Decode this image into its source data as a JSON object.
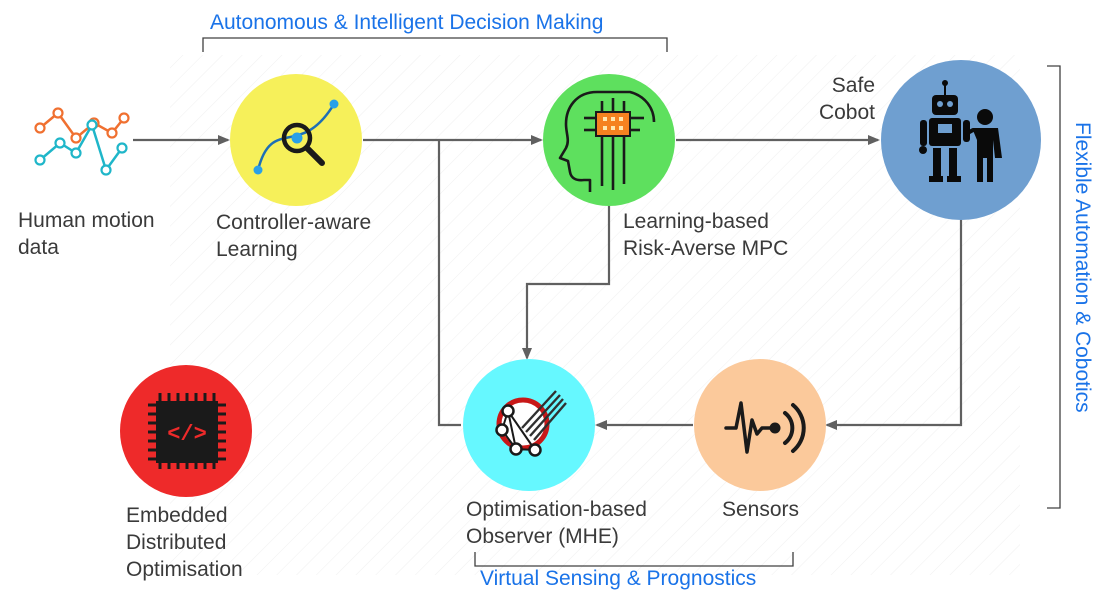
{
  "brackets": {
    "top_label": "Autonomous & Intelligent Decision Making",
    "bottom_label": "Virtual Sensing & Prognostics",
    "right_label": "Flexible Automation & Cobotics"
  },
  "nodes": {
    "human_motion": {
      "line1": "Human motion",
      "line2": "data"
    },
    "controller": {
      "line1": "Controller-aware",
      "line2": "Learning",
      "color": "#f6f05a"
    },
    "mpc": {
      "line1": "Learning-based",
      "line2": "Risk-Averse MPC",
      "color": "#5ee05e"
    },
    "cobot": {
      "line1": "Safe",
      "line2": "Cobot",
      "color": "#6f9fd0"
    },
    "observer": {
      "line1": "Optimisation-based",
      "line2": "Observer (MHE)",
      "color": "#66f8ff"
    },
    "sensors": {
      "line1": "Sensors",
      "color": "#fbc99b"
    },
    "embedded": {
      "line1": "Embedded",
      "line2": "Distributed",
      "line3": "Optimisation",
      "color": "#ee2a2a"
    }
  },
  "colors": {
    "arrow": "#606060",
    "bracket": "#404040",
    "accent_text": "#1a73e8"
  },
  "icons": {
    "human_motion": "line-chart-icon",
    "controller": "search-curve-icon",
    "mpc": "ai-head-chip-icon",
    "cobot": "robot-human-icon",
    "observer": "network-observer-icon",
    "sensors": "sensor-wave-icon",
    "embedded": "embedded-code-chip-icon"
  }
}
